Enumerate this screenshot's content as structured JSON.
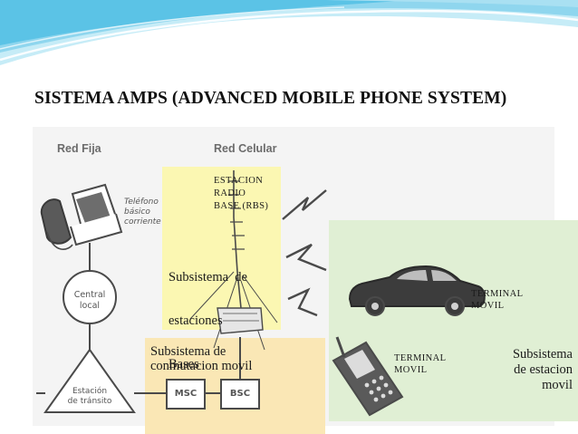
{
  "slide": {
    "title": "SISTEMA AMPS (ADVANCED MOBILE PHONE SYSTEM)"
  },
  "diagram": {
    "col_fixed": "Red Fija",
    "col_cellular": "Red Celular",
    "phone_label": [
      "Teléfono",
      "básico",
      "corriente"
    ],
    "central_label": [
      "Central",
      "local"
    ],
    "transit_label": [
      "Estación",
      "de tránsito"
    ],
    "msc": "MSC",
    "bsc": "BSC",
    "rbs_label": [
      "ESTACION",
      "RADIO",
      "BASE (RBS)"
    ],
    "base_subsystem": [
      "Subsistema  de",
      "estaciones",
      "Bases"
    ],
    "switching_subsystem": [
      "Subsistema de",
      "conmutacion movil"
    ],
    "terminal_car": [
      "TERMINAL",
      "MOVIL"
    ],
    "terminal_phone": [
      "TERMINAL",
      "MOVIL"
    ],
    "mobile_subsystem": [
      "Subsistema",
      "de estacion",
      "movil"
    ]
  },
  "colors": {
    "header_blue": "#5bc3e6",
    "header_light": "#c6ecf7",
    "yellow_panel": "#fbf7b2",
    "orange_panel": "#fae7b5",
    "green_panel": "#e0efd4",
    "line": "#4a4a4a"
  }
}
